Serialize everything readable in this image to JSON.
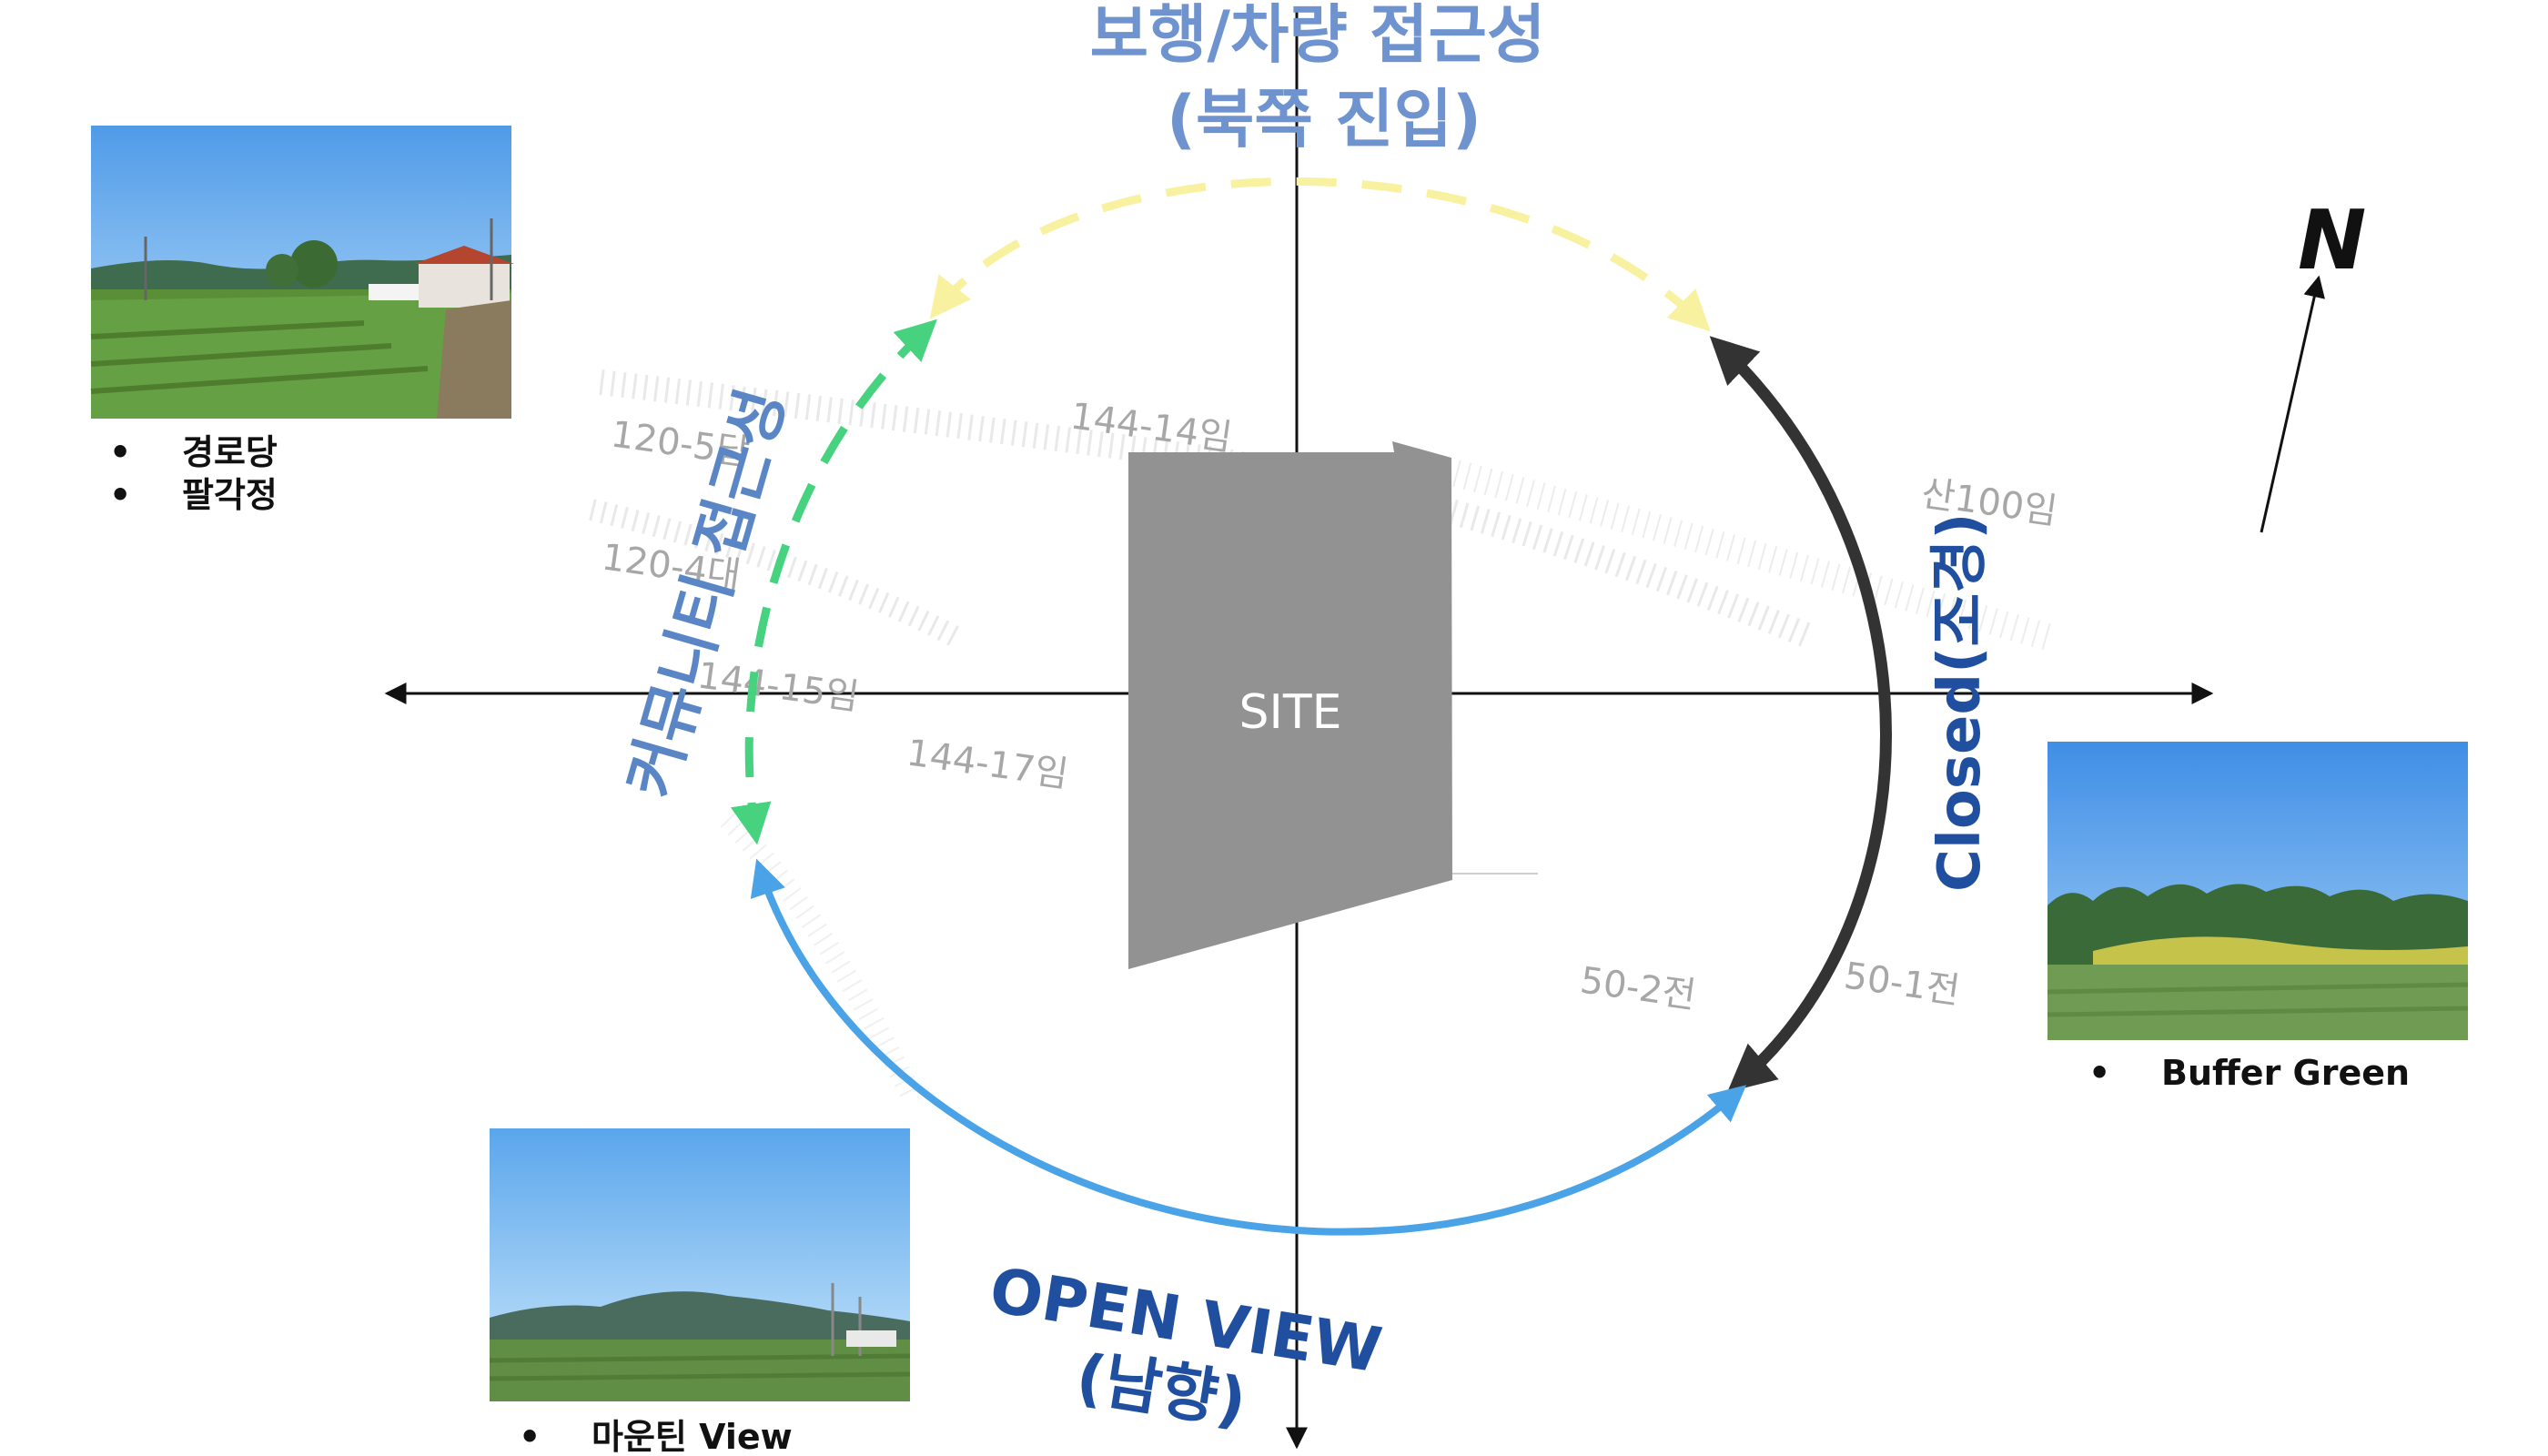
{
  "labels": {
    "north_access_line1": "보행/차량 접근성",
    "north_access_line2": "(북쪽 진입)",
    "community_access": "커뮤니티 접근성",
    "closed_landscape": "Closed(조경)",
    "open_view_line1": "OPEN VIEW",
    "open_view_line2": "(남향)",
    "site": "SITE",
    "north": "N"
  },
  "parcels": {
    "p1": "144-14임",
    "p2": "120-5답",
    "p3": "120-4대",
    "p4": "144-15임",
    "p5": "144-17임",
    "p6": "산100임",
    "p7": "50-2전",
    "p8": "50-1전"
  },
  "photo_captions": {
    "top_left": [
      "경로당",
      "팔각정"
    ],
    "right": [
      "Buffer Green"
    ],
    "bottom_left": [
      "마운틴 View"
    ]
  },
  "bullet_symbol": "•",
  "colors": {
    "north_access": "#6e93cf",
    "community_access": "#5b86c6",
    "closed": "#1f4f9e",
    "open_view": "#1f4f9e",
    "yellow_arrow": "#f8f1a0",
    "green_arrow": "#46d27f",
    "dark_arrow": "#333333",
    "blue_arrow": "#4aa3e6",
    "site_fill": "#929292"
  },
  "icons": {
    "north_arrow": "north-arrow-icon"
  }
}
